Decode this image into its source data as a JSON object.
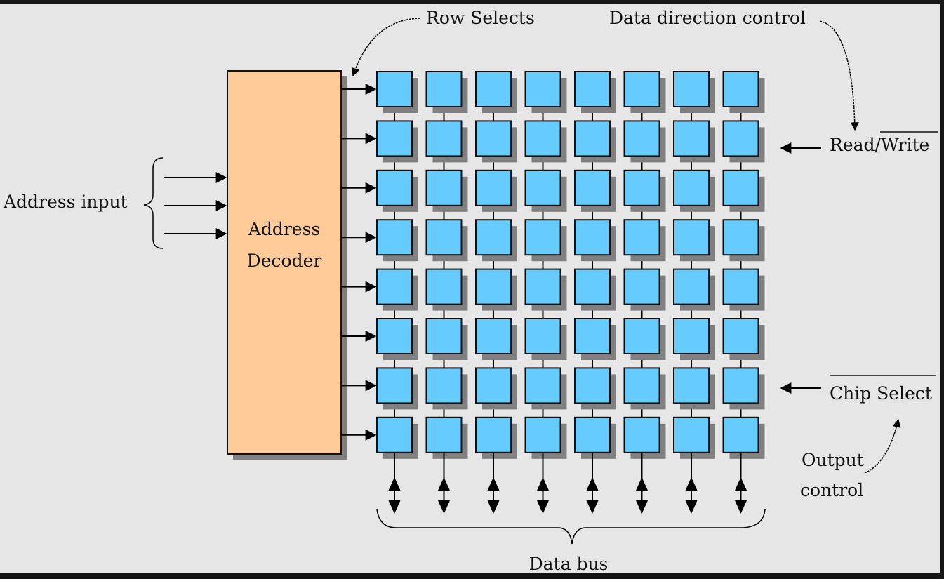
{
  "labels": {
    "row_selects": "Row Selects",
    "data_direction_control": "Data direction control",
    "read_write": "Read/Write",
    "read_part": "Read/",
    "write_part": "Write",
    "address_input": "Address input",
    "decoder_line1": "Address",
    "decoder_line2": "Decoder",
    "chip_select": "Chip Select",
    "output_control_line1": "Output",
    "output_control_line2": "control",
    "data_bus": "Data bus"
  },
  "grid": {
    "rows": 8,
    "columns": 8
  },
  "colors": {
    "background": "#e6e6e6",
    "cell_fill": "#66ccff",
    "decoder_fill": "#ffcc99",
    "shadow": "#808080",
    "frame": "#161616"
  }
}
